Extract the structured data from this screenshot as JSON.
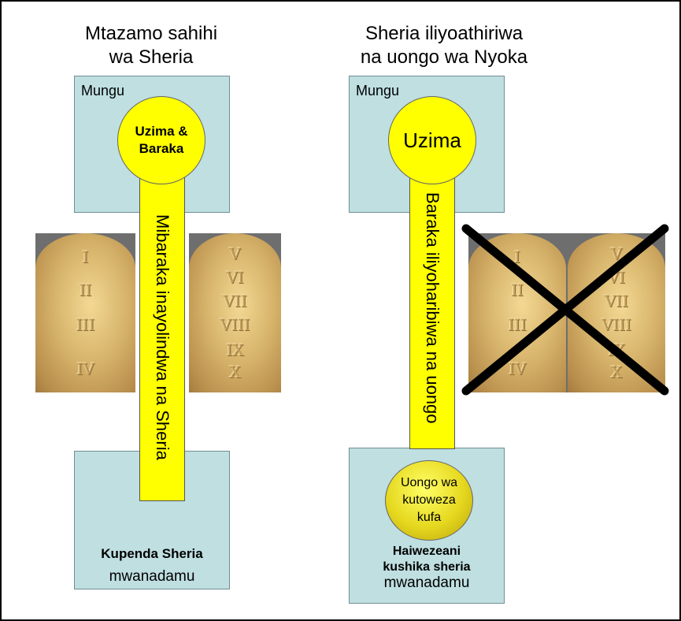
{
  "left": {
    "title_line1": "Mtazamo sahihi",
    "title_line2": "wa Sheria",
    "top_box_label": "Mungu",
    "circle_line1": "Uzima &",
    "circle_line2": "Baraka",
    "bar_text": "Mibaraka inayolindwa na Sheria",
    "tablet_left_numerals": [
      "I",
      "II",
      "III",
      "IV"
    ],
    "tablet_right_numerals": [
      "V",
      "VI",
      "VII",
      "VIII",
      "IX",
      "X"
    ],
    "bottom_bold": "Kupenda Sheria",
    "bottom_text": "mwanadamu"
  },
  "right": {
    "title_line1": "Sheria iliyoathiriwa",
    "title_line2": "na uongo wa Nyoka",
    "top_box_label": "Mungu",
    "circle_text": "Uzima",
    "bar_text": "Baraka iliyoharibiwa na uongo",
    "tablet_left_numerals": [
      "I",
      "II",
      "III",
      "IV"
    ],
    "tablet_right_numerals": [
      "V",
      "VI",
      "VII",
      "VIII",
      "IX",
      "X"
    ],
    "lie_line1": "Uongo wa",
    "lie_line2": "kutoweza",
    "lie_line3": "kufa",
    "bottom_bold_line1": "Haiwezeani",
    "bottom_bold_line2": "kushika sheria",
    "bottom_text": "mwanadamu"
  },
  "colors": {
    "box": "#bfdfe1",
    "yellow": "#ffff00",
    "cross": "#000000",
    "lie_circle": "#d7c215"
  }
}
